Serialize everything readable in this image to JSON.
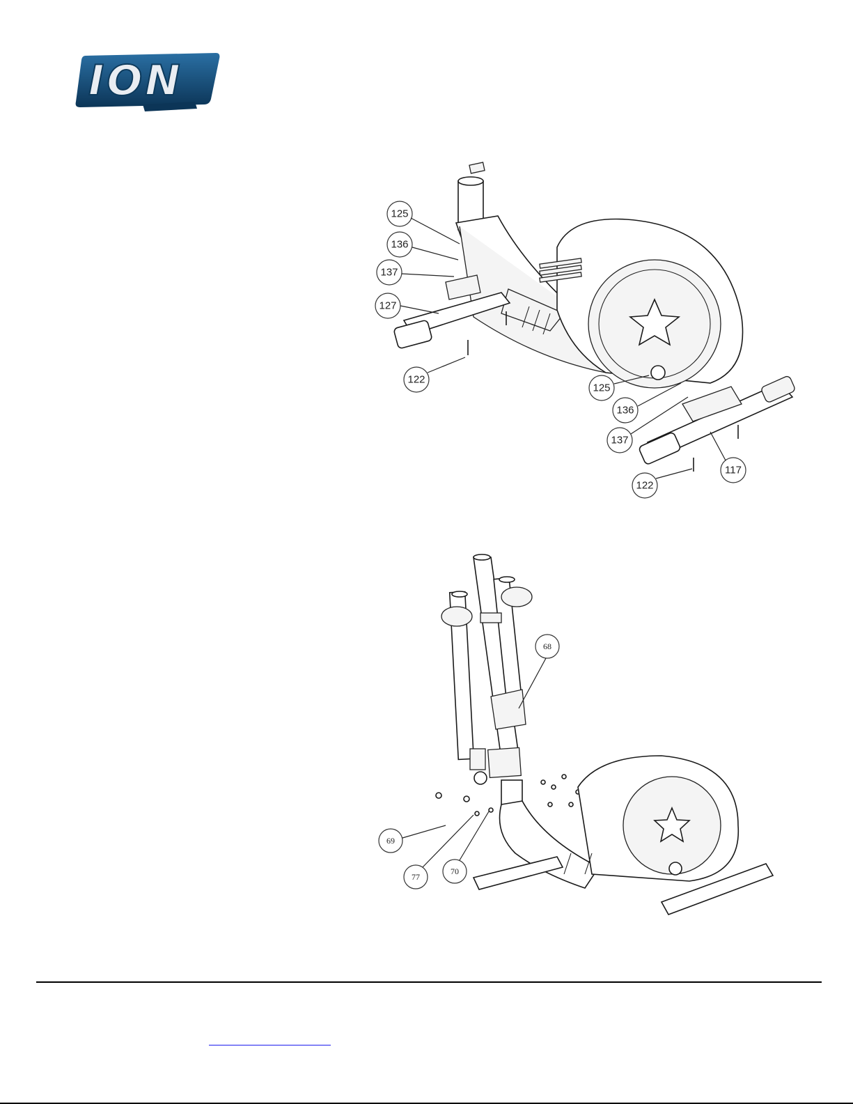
{
  "brand": {
    "logo_text": "ION"
  },
  "figure1": {
    "callouts": [
      "125",
      "136",
      "137",
      "127",
      "122",
      "125",
      "136",
      "137",
      "122",
      "117"
    ]
  },
  "figure2": {
    "callouts": [
      "68",
      "69",
      "77",
      "70"
    ]
  },
  "footer": {
    "link_text": ""
  },
  "colors": {
    "logo_blue": "#14507e",
    "link_blue": "#1a1aee",
    "line": "#000000"
  }
}
